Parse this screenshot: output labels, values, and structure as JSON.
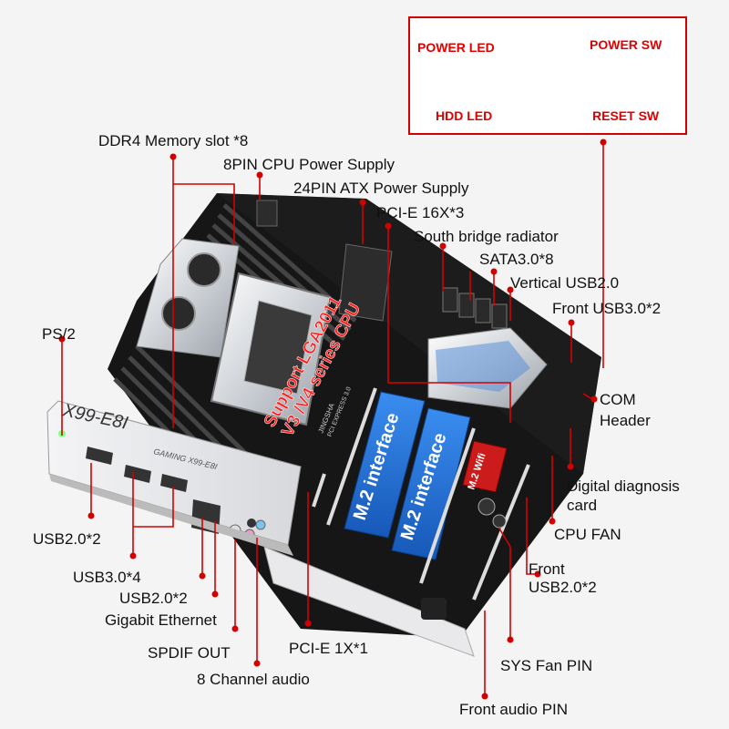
{
  "pin_header": {
    "power_led": "POWER LED",
    "power_sw": "POWER SW",
    "hdd_led": "HDD  LED",
    "reset_sw": "RESET SW"
  },
  "labels": {
    "ddr4": "DDR4 Memory slot *8",
    "cpu_power": "8PIN CPU Power Supply",
    "atx_power": "24PIN ATX Power Supply",
    "pcie16": "PCI-E 16X*3",
    "south_bridge": "South bridge radiator",
    "sata": "SATA3.0*8",
    "vertical_usb": "Vertical USB2.0",
    "front_usb3": "Front USB3.0*2",
    "ps2": "PS/2",
    "com_1": "COM",
    "com_2": "Header",
    "diag_1": "Digital diagnosis",
    "diag_2": "card",
    "cpu_fan": "CPU FAN",
    "front_usb2_1": "Front",
    "front_usb2_2": "USB2.0*2",
    "usb20_4": "USB2.0*2",
    "usb30_4": "USB3.0*4",
    "usb20_2": "USB2.0*2",
    "gigabit": "Gigabit Ethernet",
    "spdif": "SPDIF OUT",
    "pcie1": "PCI-E 1X*1",
    "audio8": "8 Channel audio",
    "sys_fan": "SYS Fan PIN",
    "front_audio": "Front audio PIN"
  },
  "board": {
    "support_1": "Support LGA2011",
    "support_2": "V3 /V4 series CPU",
    "io_model": "X99-E8I",
    "io_series": "GAMING X99-E8I",
    "m2_1": "M.2 interface",
    "m2_2": "M.2 interface",
    "m2_wifi": "M.2 Wifi",
    "brand": "JINGSHA",
    "pcie_text": "PCI EXPRESS 3.0"
  },
  "colors": {
    "accent_red": "#e00000",
    "m2_blue": "#1e6fd0",
    "board_black": "#1a1a1a"
  }
}
